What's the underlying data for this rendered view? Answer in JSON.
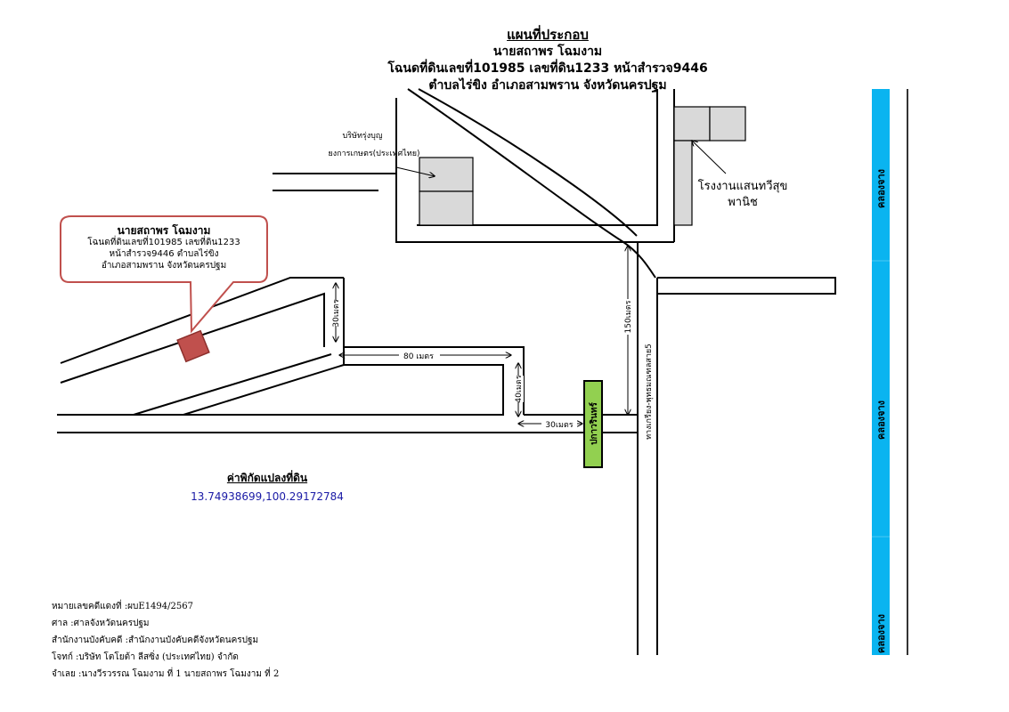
{
  "header": {
    "title": "แผนที่ประกอบ",
    "owner": "นายสถาพร โฉมงาม",
    "deed": "โฉนดที่ดินเลขที่101985 เลขที่ดิน1233 หน้าสำรวจ9446",
    "location": "ตำบลไร่ขิง อำเภอสามพราน จังหวัดนครปฐม"
  },
  "callout": {
    "owner": "นายสถาพร โฉมงาม",
    "line1": "โฉนดที่ดินเลขที่101985 เลขที่ดิน1233",
    "line2": "หน้าสำรวจ9446 ตำบลไร่ขิง",
    "line3": "อำเภอสามพราน จังหวัดนครปฐม"
  },
  "landmarks": {
    "company_name_1": "บริษัทรุ่งบุญ",
    "company_name_2": "ยงการเกษตร(ประเทศไทย)",
    "factory_line1": "โรงงานแสนทวีสุข",
    "factory_line2": "พานิช",
    "pole": "ปกาวรินทร์",
    "road": "ทางเกรียง-พุทธมณฑลสาย5"
  },
  "canal": {
    "label": "คลองจาง",
    "color": "#0ab4f0"
  },
  "distances": {
    "d30_vertical": "30เมตร",
    "d80": "80 เมตร",
    "d40": "40เมตร",
    "d30_horizontal": "30เมตร",
    "d150": "150เมตร"
  },
  "coordinates": {
    "title": "ค่าพิกัดแปลงที่ดิน",
    "value": "13.74938699,100.29172784"
  },
  "case_info": {
    "line1": "หมายเลขคดีแดงที่ :ผบE1494/2567",
    "line2": "ศาล :ศาลจังหวัดนครปฐม",
    "line3": "สำนักงานบังคับคดี :สำนักงานบังคับคดีจังหวัดนครปฐม",
    "line4": "โจทก์ :บริษัท โตโยต้า ลีสซิ่ง (ประเทศไทย) จำกัด",
    "line5": "จำเลย :นางวีรวรรณ โฉมงาม ที่ 1 นายสถาพร โฉมงาม ที่ 2"
  },
  "colors": {
    "plot": "#c0504d",
    "building": "#d9d9d9",
    "pole": "#92d050",
    "callout_border": "#c0504d",
    "coordinate_text": "#1a1aa6"
  }
}
